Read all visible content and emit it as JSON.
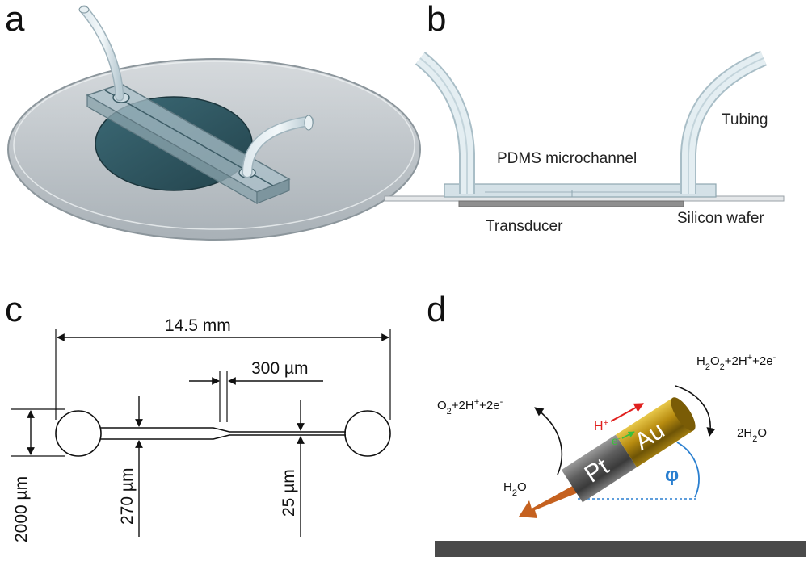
{
  "panels": {
    "a": {
      "label": "a"
    },
    "b": {
      "label": "b",
      "tubing": "Tubing",
      "pdms": "PDMS microchannel",
      "transducer": "Transducer",
      "wafer": "Silicon wafer"
    },
    "c": {
      "label": "c",
      "length": "14.5 mm",
      "gap": "300 µm",
      "height": "2000 µm",
      "width_wide": "270 µm",
      "width_narrow": "25 µm"
    },
    "d": {
      "label": "d",
      "left_reaction": {
        "o2": "O",
        "sub2": "2",
        "plus2h": "+2H",
        "supplus": "+",
        "plus2e": "+2e",
        "supminus": "-"
      },
      "right_reaction": {
        "h": "H",
        "sub2a": "2",
        "o": "O",
        "sub2b": "2",
        "plus2h": "+2H",
        "supplus": "+",
        "plus2e": "+2e",
        "supminus": "-"
      },
      "water_right": {
        "pre": "2H",
        "sub": "2",
        "post": "O"
      },
      "water_left": {
        "pre": "H",
        "sub": "2",
        "post": "O"
      },
      "proton": {
        "h": "H",
        "sup": "+"
      },
      "electron": {
        "e": "e",
        "sup": "-"
      },
      "pt": "Pt",
      "au": "Au",
      "angle": "φ"
    }
  },
  "colors": {
    "glass": "#c8cfd4",
    "wafer_disk": "#2f5a66",
    "pdms": "#b8cdd6",
    "dark_floor": "#4a4a4a",
    "gold": "#c8a010",
    "pt_gray": "#6e6e6e",
    "arrow_orange": "#c5611f",
    "proton_red": "#e0201e",
    "electron_green": "#3bbf3b",
    "angle_blue": "#2a7fd0"
  }
}
